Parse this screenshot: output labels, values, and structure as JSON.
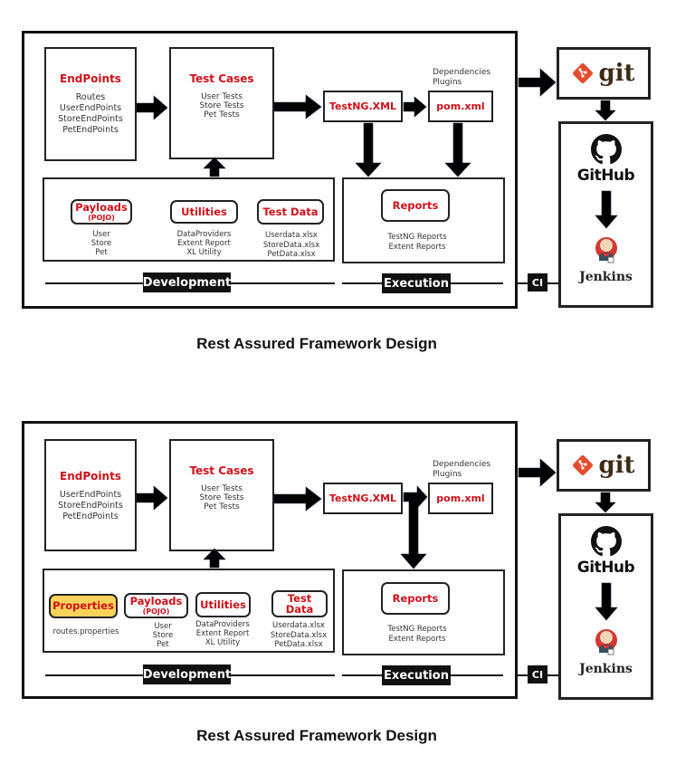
{
  "diagrams": [
    {
      "endpoints": {
        "title": "EndPoints",
        "items": [
          "Routes",
          "UserEndPoints",
          "StoreEndPoints",
          "PetEndPoints"
        ]
      },
      "test_cases": {
        "title": "Test Cases",
        "items": [
          "User Tests",
          "Store Tests",
          "Pet Tests"
        ]
      },
      "testng": {
        "title": "TestNG.XML"
      },
      "pom": {
        "title": "pom.xml",
        "notes": [
          "Dependencies",
          "Plugins"
        ]
      },
      "payloads": {
        "title": "Payloads",
        "subtitle": "(POJO)",
        "items": [
          "User",
          "Store",
          "Pet"
        ]
      },
      "utilities": {
        "title": "Utilities",
        "items": [
          "DataProviders",
          "Extent Report",
          "XL Utility"
        ]
      },
      "test_data": {
        "title": "Test Data",
        "items": [
          "Userdata.xlsx",
          "StoreData.xlsx",
          "PetData.xlsx"
        ]
      },
      "reports": {
        "title": "Reports",
        "items": [
          "TestNG Reports",
          "Extent Reports"
        ]
      },
      "sections": {
        "development": "Development",
        "execution": "Execution",
        "ci": "CI"
      },
      "tools": {
        "git": "git",
        "github": "GitHub",
        "jenkins": "Jenkins"
      },
      "caption": "Rest Assured Framework Design"
    },
    {
      "endpoints": {
        "title": "EndPoints",
        "items": [
          "UserEndPoints",
          "StoreEndPoints",
          "PetEndPoints"
        ]
      },
      "test_cases": {
        "title": "Test Cases",
        "items": [
          "User Tests",
          "Store Tests",
          "Pet Tests"
        ]
      },
      "testng": {
        "title": "TestNG.XML"
      },
      "pom": {
        "title": "pom.xml",
        "notes": [
          "Dependencies",
          "Plugins"
        ]
      },
      "properties": {
        "title": "Properties",
        "items": [
          "routes.properties"
        ]
      },
      "payloads": {
        "title": "Payloads",
        "subtitle": "(POJO)",
        "items": [
          "User",
          "Store",
          "Pet"
        ]
      },
      "utilities": {
        "title": "Utilities",
        "items": [
          "DataProviders",
          "Extent Report",
          "XL Utility"
        ]
      },
      "test_data": {
        "title": "Test Data",
        "title_lines": [
          "Test",
          "Data"
        ],
        "items": [
          "Userdata.xlsx",
          "StoreData.xlsx",
          "PetData.xlsx"
        ]
      },
      "reports": {
        "title": "Reports",
        "items": [
          "TestNG Reports",
          "Extent Reports"
        ]
      },
      "sections": {
        "development": "Development",
        "execution": "Execution",
        "ci": "CI"
      },
      "tools": {
        "git": "git",
        "github": "GitHub",
        "jenkins": "Jenkins"
      },
      "caption": "Rest Assured Framework Design"
    }
  ],
  "colors": {
    "accent_red": "#d0101a",
    "properties_fill": "#fcd35a",
    "git_orange": "#e44c30"
  }
}
